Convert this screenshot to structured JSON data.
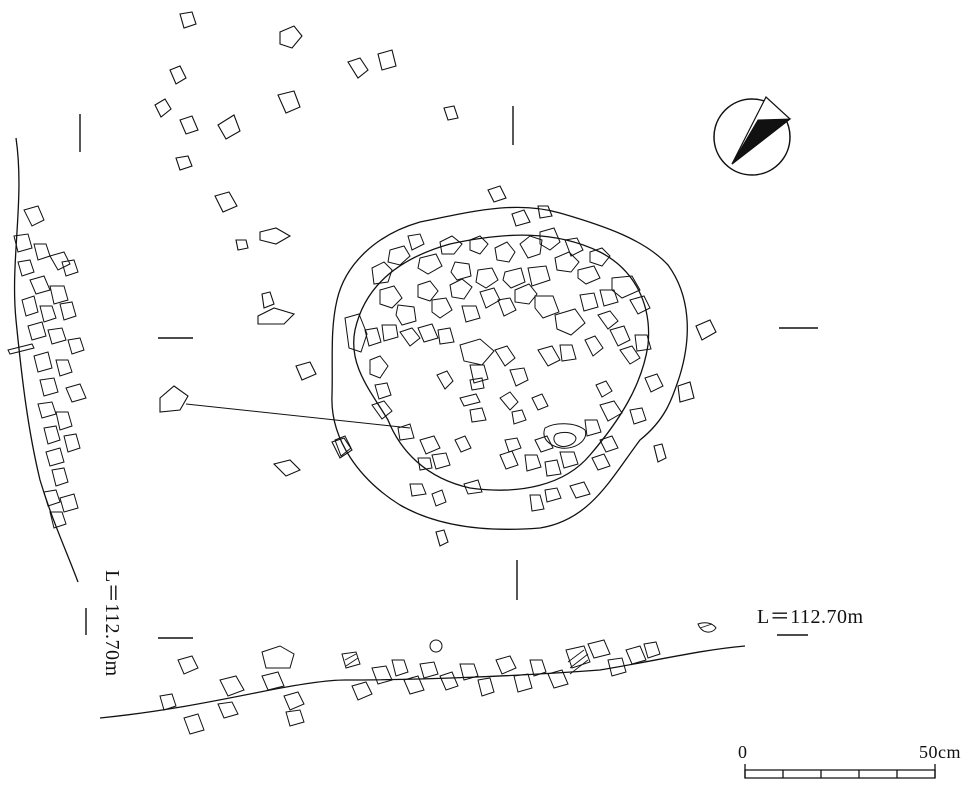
{
  "level_labels": {
    "horizontal": "L＝112.70m",
    "vertical": "L＝112.70m"
  },
  "scale_bar": {
    "zero": "0",
    "max": "50cm"
  },
  "north_arrow": {
    "icon": "north-arrow-icon"
  }
}
